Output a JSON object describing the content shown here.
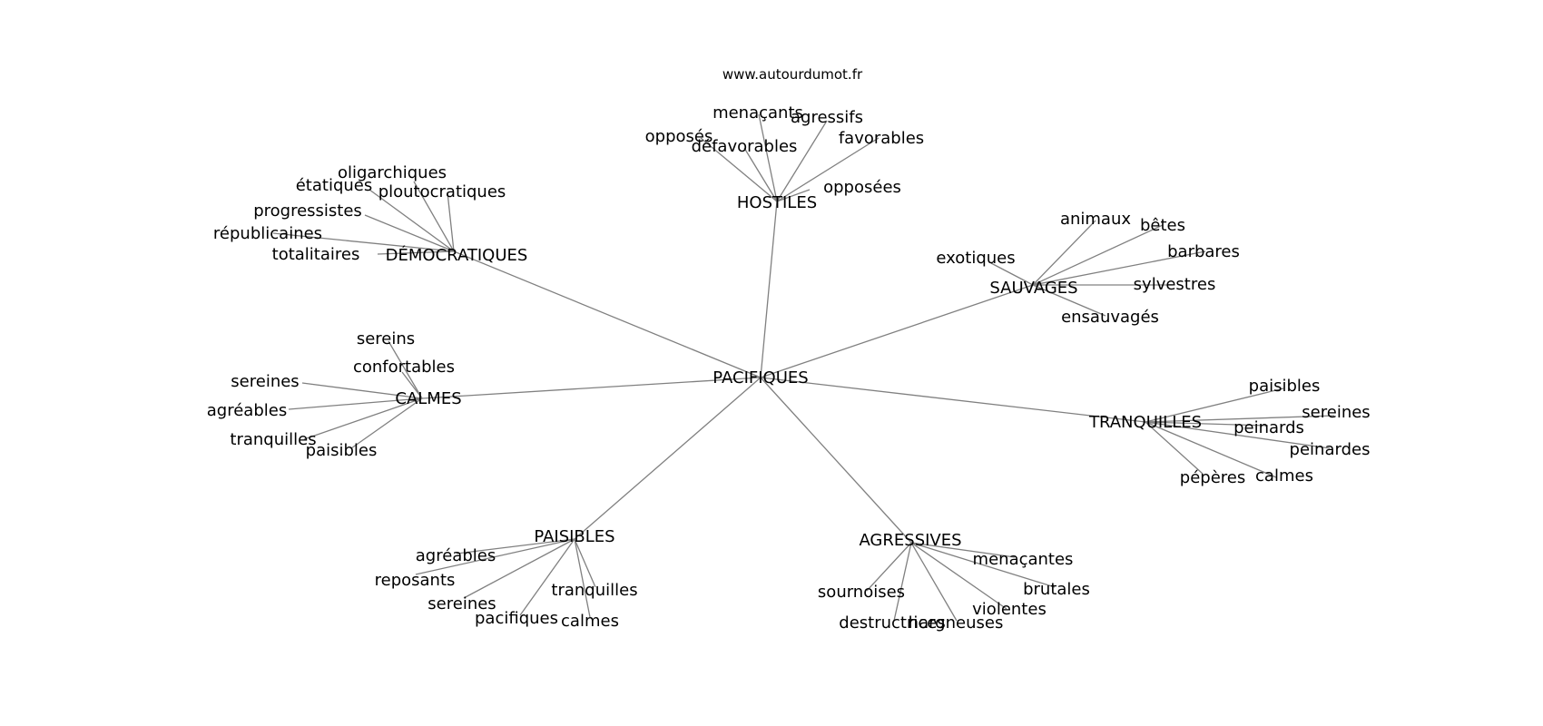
{
  "watermark": "www.autourdumot.fr",
  "center": "PACIFIQUES",
  "hubs": [
    {
      "id": "democratiques",
      "label": "DÉMOCRATIQUES",
      "children": [
        "oligarchiques",
        "étatiques",
        "ploutocratiques",
        "progressistes",
        "républicaines",
        "totalitaires"
      ]
    },
    {
      "id": "hostiles",
      "label": "HOSTILES",
      "children": [
        "menaçants",
        "agressifs",
        "opposés",
        "défavorables",
        "favorables",
        "opposées"
      ]
    },
    {
      "id": "sauvages",
      "label": "SAUVAGES",
      "children": [
        "animaux",
        "bêtes",
        "barbares",
        "exotiques",
        "sylvestres",
        "ensauvagés"
      ]
    },
    {
      "id": "calmes",
      "label": "CALMES",
      "children": [
        "sereins",
        "confortables",
        "sereines",
        "agréables",
        "tranquilles",
        "paisibles"
      ]
    },
    {
      "id": "tranquilles",
      "label": "TRANQUILLES",
      "children": [
        "paisibles",
        "sereines",
        "peinards",
        "peinardes",
        "pépères",
        "calmes"
      ]
    },
    {
      "id": "paisibles",
      "label": "PAISIBLES",
      "children": [
        "agréables",
        "reposants",
        "sereines",
        "pacifiques",
        "tranquilles",
        "calmes"
      ]
    },
    {
      "id": "agressives",
      "label": "AGRESSIVES",
      "children": [
        "menaçantes",
        "brutales",
        "sournoises",
        "violentes",
        "destructrices",
        "hargneuses"
      ]
    }
  ]
}
